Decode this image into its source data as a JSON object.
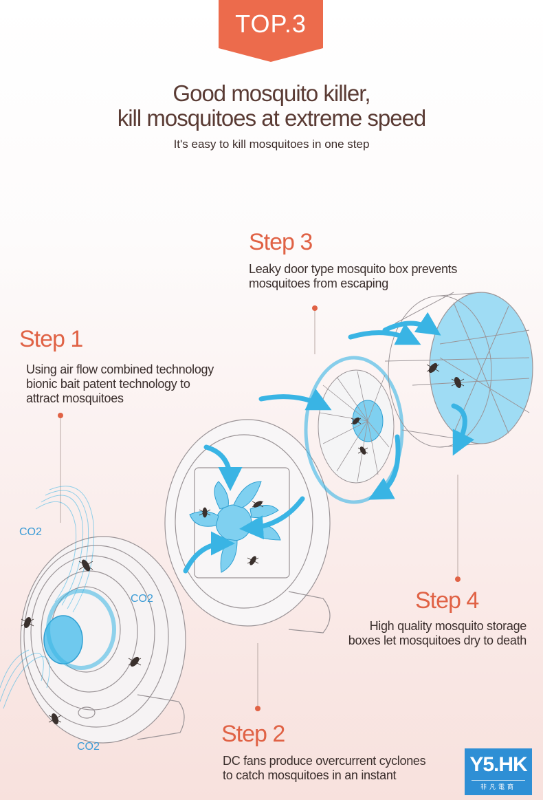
{
  "badge": "TOP.3",
  "headline": {
    "line1": "Good mosquito killer,",
    "line2": "kill mosquitoes at extreme speed"
  },
  "subtitle": "It's easy to kill mosquitoes in one step",
  "steps": [
    {
      "title": "Step 1",
      "lines": [
        "Using air flow combined technology",
        "bionic bait patent technology to",
        "attract mosquitoes"
      ]
    },
    {
      "title": "Step 2",
      "lines": [
        "DC fans produce overcurrent cyclones",
        "to catch mosquitoes in an instant"
      ]
    },
    {
      "title": "Step 3",
      "lines": [
        "Leaky door type mosquito box prevents",
        "mosquitoes from escaping"
      ]
    },
    {
      "title": "Step 4",
      "lines": [
        "High quality mosquito storage",
        "boxes let mosquitoes dry to death"
      ]
    }
  ],
  "co2_labels": [
    "CO2",
    "CO2",
    "CO2"
  ],
  "logo": {
    "main": "Y5.HK",
    "sub": "非凡電商"
  },
  "colors": {
    "accent": "#ec6b4c",
    "step": "#e06245",
    "airflow": "#39b4e4",
    "logo": "#2e8fd5"
  }
}
